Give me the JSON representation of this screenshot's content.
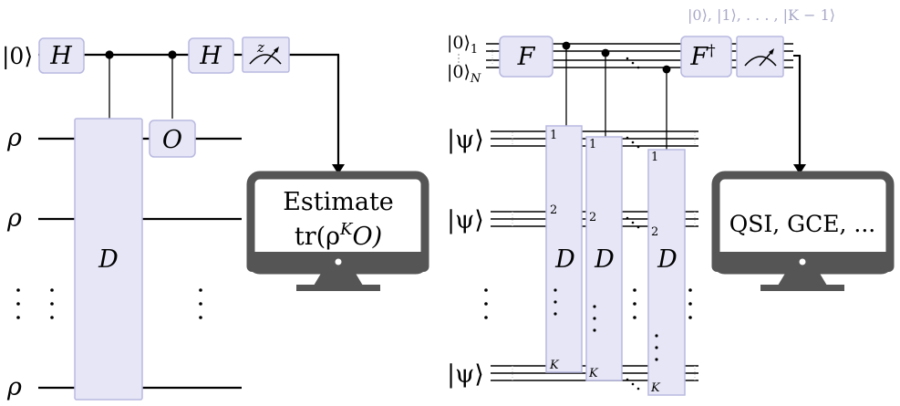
{
  "colors": {
    "gate_fill": "#e6e6f7",
    "gate_stroke": "#b8b8e0",
    "monitor": "#555555",
    "wire": "#000000",
    "faint_label": "#a8a8c8"
  },
  "left_circuit": {
    "control_input": "|0⟩",
    "register_label": "ρ",
    "gates": {
      "h_first": "H",
      "h_second": "H",
      "oracle": "O",
      "derangement": "D",
      "measure_basis": "z"
    },
    "monitor_line1": "Estimate",
    "monitor_line2_prefix": "tr(ρ",
    "monitor_line2_sup": "K",
    "monitor_line2_suffix": "O)"
  },
  "right_circuit": {
    "ancilla_top": "|0⟩",
    "ancilla_top_sub": "1",
    "ancilla_bottom": "|0⟩",
    "ancilla_bottom_sub": "N",
    "basis_label": "|0⟩, |1⟩, . . . , |K − 1⟩",
    "register_label": "|ψ⟩",
    "gates": {
      "fourier": "F",
      "fourier_dagger": "F",
      "dagger": "†",
      "derangement": "D"
    },
    "port_labels": [
      "1",
      "2",
      "K"
    ],
    "monitor_text": "QSI, GCE, ..."
  }
}
